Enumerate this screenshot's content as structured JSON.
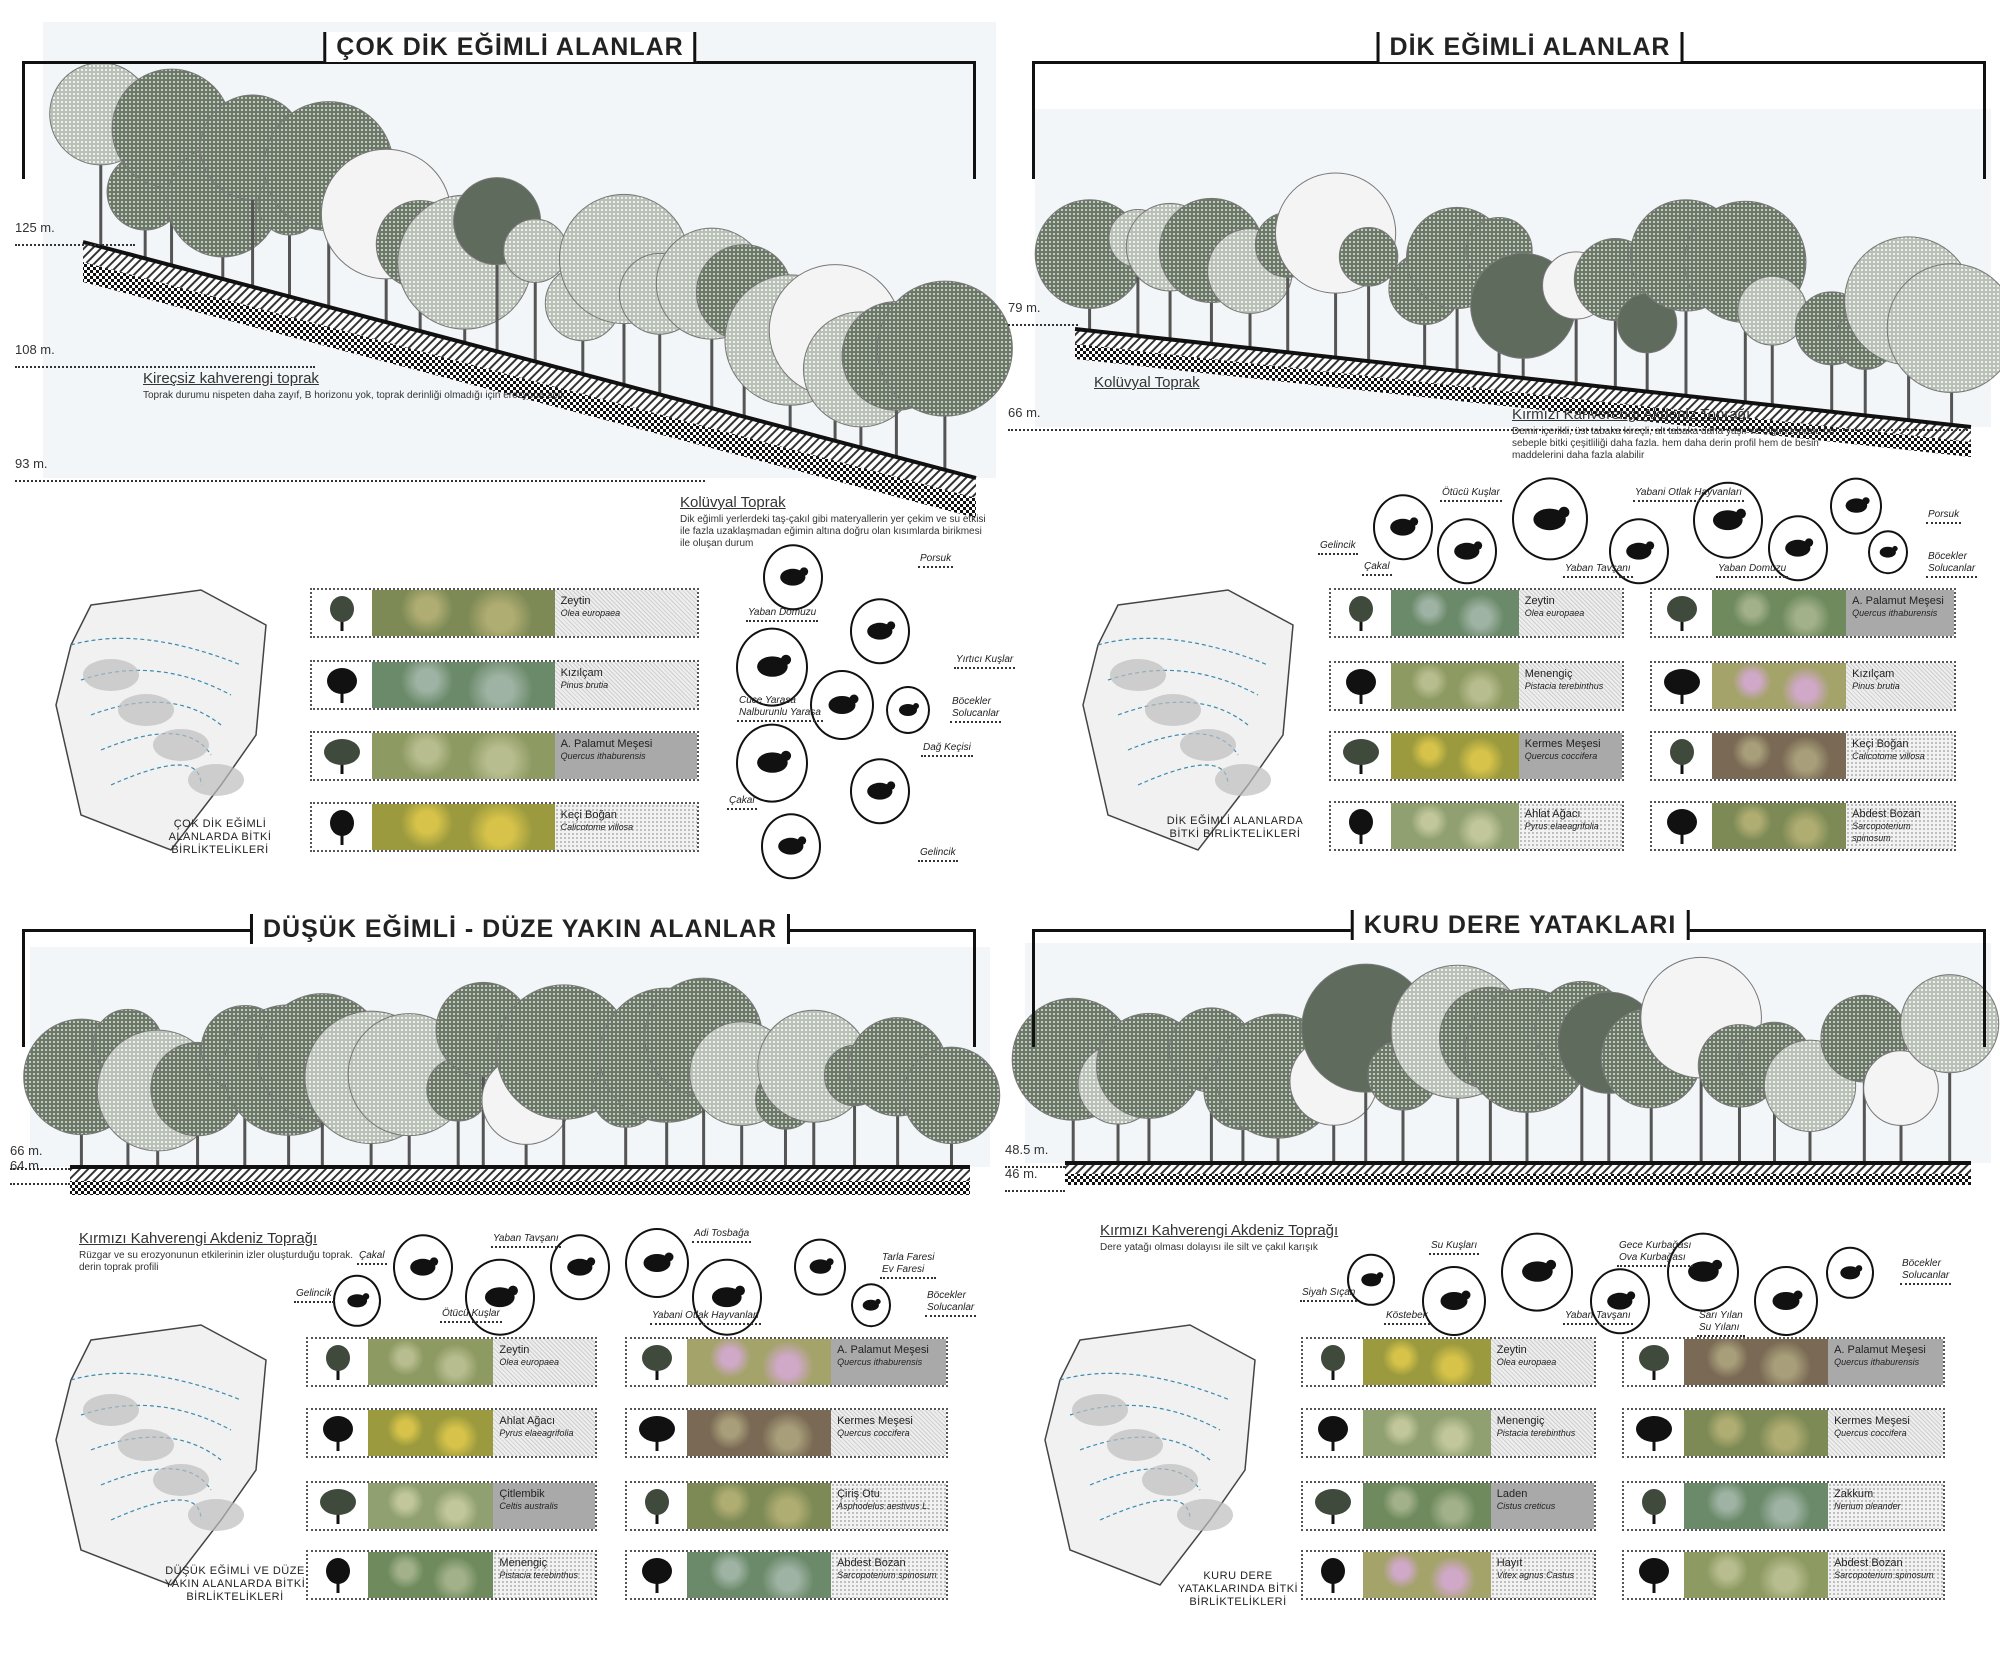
{
  "colors": {
    "tree_dark": "#5f6b5c",
    "tree_light": "#9aa597",
    "ink": "#111111",
    "sky": "#e9eef3"
  },
  "panels": [
    {
      "title": "ÇOK DİK EĞİMLİ ALANLAR",
      "elevations": [
        "125 m.",
        "108 m.",
        "93 m."
      ],
      "soils": [
        {
          "name": "Kireçsiz kahverengi toprak",
          "desc": "Toprak durumu nispeten daha zayıf, B horizonu yok, toprak derinliği olmadığı için erozyona açık"
        },
        {
          "name": "Kolüvyal Toprak",
          "desc": "Dik eğimli yerlerdeki taş-çakıl gibi materyallerin yer çekim ve su etkisi ile fazla uzaklaşmadan eğimin altına doğru olan kısımlarda birikmesi ile oluşan durum"
        }
      ],
      "map_label": "ÇOK DİK EĞİMLİ ALANLARDA BİTKİ BİRLİKTELİKLERİ",
      "plants": [
        {
          "name": "Zeytin",
          "latin": "Olea europaea"
        },
        {
          "name": "Kızılçam",
          "latin": "Pinus brutia"
        },
        {
          "name": "A. Palamut Meşesi",
          "latin": "Quercus ithaburensis"
        },
        {
          "name": "Keçi Boğan",
          "latin": "Calicotome villosa"
        }
      ],
      "animals": [
        "Porsuk",
        "Yaban Domuzu",
        "Yırtıcı Kuşlar",
        "Cüce Yarasa\nNalburunlu Yarasa",
        "Böcekler\nSolucanlar",
        "Dağ Keçisi",
        "Çakal",
        "Gelincik"
      ]
    },
    {
      "title": "DİK EĞİMLİ ALANLAR",
      "elevations": [
        "79 m.",
        "66 m."
      ],
      "soils": [
        {
          "name": "Kolüvyal Toprak",
          "desc": ""
        },
        {
          "name": "Kırmızı Kahverengi Akdeniz Toprağı",
          "desc": "Demir içerikli, üst tabaka kireçli, alt tabaka daha yaşlı ve olgun toprak, bu sebeple bitki çeşitliliği daha fazla. hem daha derin profil hem de besin maddelerini daha fazla alabilir"
        }
      ],
      "map_label": "DİK EĞİMLİ ALANLARDA BİTKİ BİRLİKTELİKLERİ",
      "plants": [
        {
          "name": "Zeytin",
          "latin": "Olea europaea"
        },
        {
          "name": "Menengiç",
          "latin": "Pistacia terebinthus"
        },
        {
          "name": "Kermes Meşesi",
          "latin": "Quercus coccifera"
        },
        {
          "name": "Ahlat Ağacı",
          "latin": "Pyrus elaeagrifolia"
        },
        {
          "name": "A. Palamut Meşesi",
          "latin": "Quercus ithaburensis"
        },
        {
          "name": "Kızılçam",
          "latin": "Pinus brutia"
        },
        {
          "name": "Keçi Boğan",
          "latin": "Calicotome villosa"
        },
        {
          "name": "Abdest Bozan",
          "latin": "Sarcopoterium spinosum"
        }
      ],
      "animals": [
        "Gelincik",
        "Çakal",
        "Ötücü Kuşlar",
        "Yaban Tavşanı",
        "Yabani Otlak Hayvanları",
        "Yaban Domuzu",
        "Porsuk",
        "Böcekler\nSolucanlar"
      ]
    },
    {
      "title": "DÜŞÜK EĞİMLİ - DÜZE YAKIN ALANLAR",
      "elevations": [
        "66 m.",
        "64 m."
      ],
      "soils": [
        {
          "name": "Kırmızı Kahverengi Akdeniz Toprağı",
          "desc": "Rüzgar ve su erozyonunun etkilerinin izler oluşturduğu toprak. derin toprak profili"
        }
      ],
      "map_label": "DÜŞÜK EĞİMLİ VE DÜZE YAKIN ALANLARDA BİTKİ BİRLİKTELİKLERİ",
      "plants": [
        {
          "name": "Zeytin",
          "latin": "Olea europaea"
        },
        {
          "name": "Ahlat Ağacı",
          "latin": "Pyrus elaeagrifolia"
        },
        {
          "name": "Çitlembik",
          "latin": "Celtis australis"
        },
        {
          "name": "Menengiç",
          "latin": "Pistacia terebinthus"
        },
        {
          "name": "A. Palamut Meşesi",
          "latin": "Quercus ithaburensis"
        },
        {
          "name": "Kermes Meşesi",
          "latin": "Quercus coccifera"
        },
        {
          "name": "Çiriş Otu",
          "latin": "Asphodelus aestivus L."
        },
        {
          "name": "Abdest Bozan",
          "latin": "Sarcopoterium spinosum"
        }
      ],
      "animals": [
        "Çakal",
        "Gelincik",
        "Yaban Tavşanı",
        "Ötücü Kuşlar",
        "Adi Tosbağa",
        "Yabani Otlak Hayvanları",
        "Tarla Faresi\nEv Faresi",
        "Böcekler\nSolucanlar"
      ]
    },
    {
      "title": "KURU DERE YATAKLARI",
      "elevations": [
        "48.5 m.",
        "46 m."
      ],
      "soils": [
        {
          "name": "Kırmızı Kahverengi Akdeniz Toprağı",
          "desc": "Dere yatağı olması dolayısı ile silt ve çakıl karışık"
        }
      ],
      "map_label": "KURU DERE YATAKLARINDA BİTKİ BİRLİKTELİKLERİ",
      "plants": [
        {
          "name": "Zeytin",
          "latin": "Olea europaea"
        },
        {
          "name": "Menengiç",
          "latin": "Pistacia terebinthus"
        },
        {
          "name": "Laden",
          "latin": "Cistus creticus"
        },
        {
          "name": "Hayıt",
          "latin": "Vitex agnus Castus"
        },
        {
          "name": "A. Palamut Meşesi",
          "latin": "Quercus ithaburensis"
        },
        {
          "name": "Kermes Meşesi",
          "latin": "Quercus coccifera"
        },
        {
          "name": "Zakkum",
          "latin": "Nerium oleander"
        },
        {
          "name": "Abdest Bozan",
          "latin": "Sarcopoterium spinosum"
        }
      ],
      "animals": [
        "Siyah Sıçan",
        "Köstebek",
        "Su Kuşları",
        "Yaban Tavşanı",
        "Gece Kurbağası\nOva Kurbağası",
        "Sarı Yılan\nSu Yılanı",
        "Böcekler\nSolucanlar"
      ]
    }
  ]
}
